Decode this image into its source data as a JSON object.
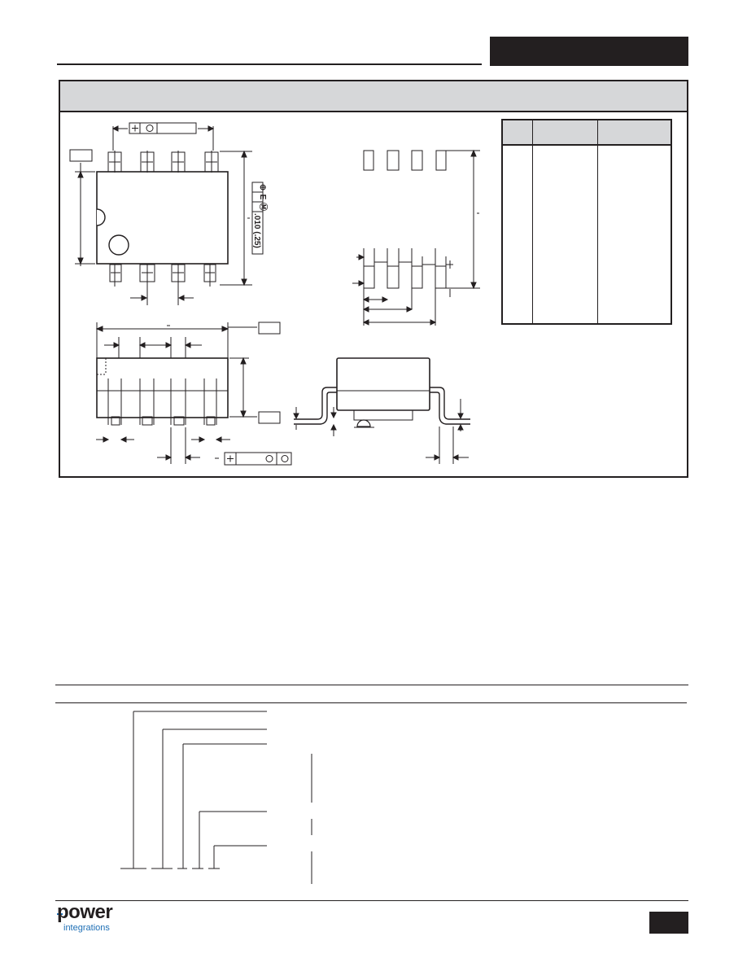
{
  "header": {
    "title_block_text": "",
    "page_badge_text": ""
  },
  "package_section": {
    "title": "",
    "feature_control_note": ".010 (.25)",
    "feature_control_symbol": "⊕",
    "datum_letter": "E",
    "material_condition_symbol": "Ⓜ"
  },
  "logo": {
    "brand_primary": "power",
    "brand_secondary": "integrations",
    "accent_color": "#1e6fb5"
  },
  "colors": {
    "ink": "#231f20",
    "panel_gray": "#d6d7d9"
  }
}
